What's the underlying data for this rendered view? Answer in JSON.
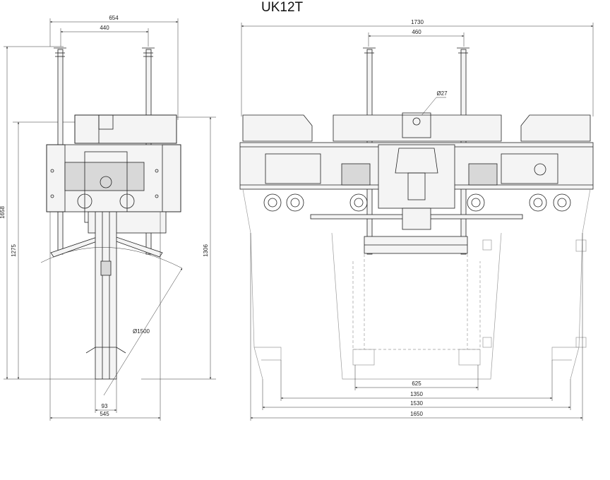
{
  "title": "UK12T",
  "side_view": {
    "dims": {
      "top_width": "654",
      "inner_width": "440",
      "total_height": "1658",
      "height_a": "1275",
      "height_b": "1306",
      "radius": "Ø1500",
      "slot_width": "93",
      "base_width": "545"
    }
  },
  "front_view": {
    "dims": {
      "overall_width": "1730",
      "rod_spacing": "460",
      "diameter": "Ø27",
      "inner_width": "625",
      "width_1350": "1350",
      "width_1530": "1530",
      "width_1650": "1650"
    }
  }
}
